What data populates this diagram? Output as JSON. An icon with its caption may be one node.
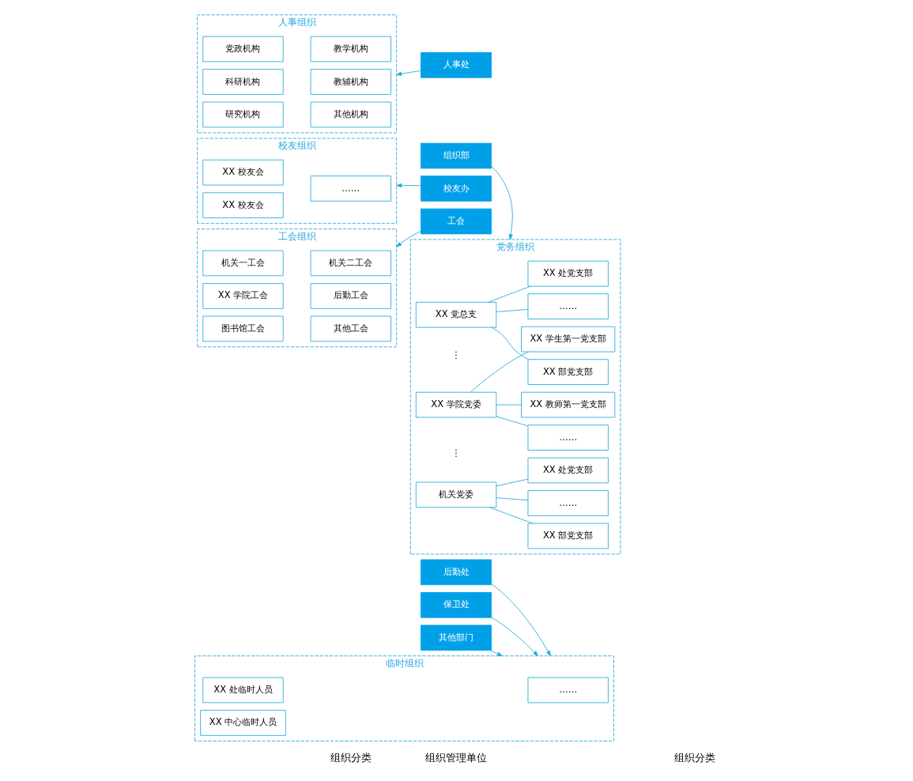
{
  "diagram": {
    "nodes": [
      {
        "text": [
          "人事组织"
        ]
      },
      {
        "text": [
          "党政机构"
        ],
        "in": 0
      },
      {
        "text": [
          "教学机构"
        ],
        "in": 0
      },
      {
        "text": [
          "科研机构"
        ],
        "in": 0
      },
      {
        "text": [
          "教辅机构"
        ],
        "in": 0
      },
      {
        "text": [
          "研究机构"
        ],
        "in": 0
      },
      {
        "text": [
          "其他机构"
        ],
        "in": 0
      },
      {
        "text": [
          "人事处"
        ]
      },
      {
        "text": [
          "党务组织"
        ]
      },
      {
        "text": [
          "机关党委"
        ],
        "in": 8
      },
      {
        "text": [
          "XX 处党支部"
        ],
        "in": 8
      },
      {
        "text": [
          "XX 部党支部"
        ],
        "in": 8
      },
      {
        "text": [
          "……"
        ],
        "in": 8
      },
      {
        "text": [
          "XX 学院党委"
        ],
        "in": 8
      },
      {
        "text": [
          "XX 教师第一党支部"
        ],
        "in": 8
      },
      {
        "text": [
          "XX 学生第一党支部"
        ],
        "in": 8
      },
      {
        "text": [
          "……"
        ],
        "in": 8
      },
      {
        "text": [
          "XX 党总支"
        ],
        "in": 8
      },
      {
        "text": [
          "XX 处党支部"
        ],
        "in": 8
      },
      {
        "text": [
          "XX 部党支部"
        ],
        "in": 8
      },
      {
        "text": [
          "……"
        ],
        "in": 8
      },
      {
        "text": [
          "组织部"
        ]
      },
      {
        "text": [
          "校友组织"
        ]
      },
      {
        "text": [
          "XX 校友会"
        ],
        "in": 22
      },
      {
        "text": [
          "……"
        ],
        "in": 22
      },
      {
        "text": [
          "XX 校友会"
        ],
        "in": 22
      },
      {
        "text": [
          "校友办"
        ]
      },
      {
        "text": [
          "工会组织"
        ]
      },
      {
        "text": [
          "机关一工会"
        ],
        "in": 27
      },
      {
        "text": [
          "机关二工会"
        ],
        "in": 27
      },
      {
        "text": [
          "XX 学院工会"
        ],
        "in": 27
      },
      {
        "text": [
          "后勤工会"
        ],
        "in": 27
      },
      {
        "text": [
          "图书馆工会"
        ],
        "in": 27
      },
      {
        "text": [
          "其他工会"
        ],
        "in": 27
      },
      {
        "text": [
          "工会"
        ]
      },
      {
        "text": [
          "后勤处"
        ]
      },
      {
        "text": [
          "保卫处"
        ]
      },
      {
        "text": [
          "其他部门"
        ]
      },
      {
        "text": [
          "临时组织"
        ]
      },
      {
        "text": [
          "XX 处临时人员"
        ],
        "in": 38
      },
      {
        "text": [
          "……"
        ],
        "in": 38
      },
      {
        "text": [
          "XX 中心临时人员"
        ],
        "in": 38
      }
    ],
    "edges": [
      {
        "from": 7,
        "to": 0,
        "arrow": "to"
      },
      {
        "from": 9,
        "to": 10,
        "arrow": "none"
      },
      {
        "from": 9,
        "to": 11,
        "arrow": "none"
      },
      {
        "from": 9,
        "to": 12,
        "arrow": "none"
      },
      {
        "from": 13,
        "to": 14,
        "arrow": "none"
      },
      {
        "from": 13,
        "to": 15,
        "arrow": "none"
      },
      {
        "from": 13,
        "to": 16,
        "arrow": "none"
      },
      {
        "from": 17,
        "to": 18,
        "arrow": "none"
      },
      {
        "from": 17,
        "to": 19,
        "arrow": "none"
      },
      {
        "from": 17,
        "to": 20,
        "arrow": "none"
      },
      {
        "from": 21,
        "to": 8,
        "arrow": "to"
      },
      {
        "from": 26,
        "to": 22,
        "arrow": "to"
      },
      {
        "from": 34,
        "to": 27,
        "arrow": "to"
      },
      {
        "from": 35,
        "to": 38,
        "arrow": "to"
      },
      {
        "from": 36,
        "to": 38,
        "arrow": "to"
      },
      {
        "from": 37,
        "to": 38,
        "arrow": "to"
      }
    ],
    "labels": [
      "⋮",
      "⋮",
      "组织分类",
      "组织管理单位",
      "组织分类"
    ]
  }
}
